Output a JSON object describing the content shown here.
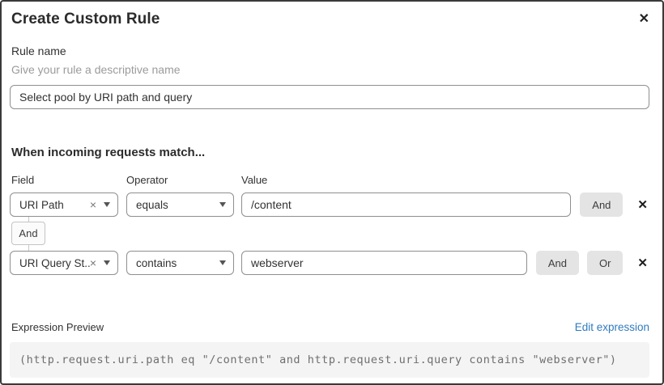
{
  "modal": {
    "title": "Create Custom Rule"
  },
  "icons": {
    "close": "✕",
    "remove_row": "✕",
    "clear_selection": "×"
  },
  "rule_name": {
    "label": "Rule name",
    "helper": "Give your rule a descriptive name",
    "value": "Select pool by URI path and query"
  },
  "matcher": {
    "heading": "When incoming requests match...",
    "columns": {
      "field": "Field",
      "operator": "Operator",
      "value": "Value"
    },
    "connector_label": "And",
    "conditions": [
      {
        "field": "URI Path",
        "operator": "equals",
        "value": "/content",
        "and_button": "And"
      },
      {
        "field": "URI Query St...",
        "operator": "contains",
        "value": "webserver",
        "and_button": "And",
        "or_button": "Or"
      }
    ]
  },
  "expression": {
    "label": "Expression Preview",
    "edit_link": "Edit expression",
    "code": "(http.request.uri.path eq \"/content\" and http.request.uri.query contains \"webserver\")"
  },
  "colors": {
    "link_blue": "#2f7bbf",
    "button_gray": "#e4e4e4",
    "border_dark": "#3a3a3a",
    "input_border": "#8f8f8f",
    "code_bg": "#f4f4f4"
  }
}
